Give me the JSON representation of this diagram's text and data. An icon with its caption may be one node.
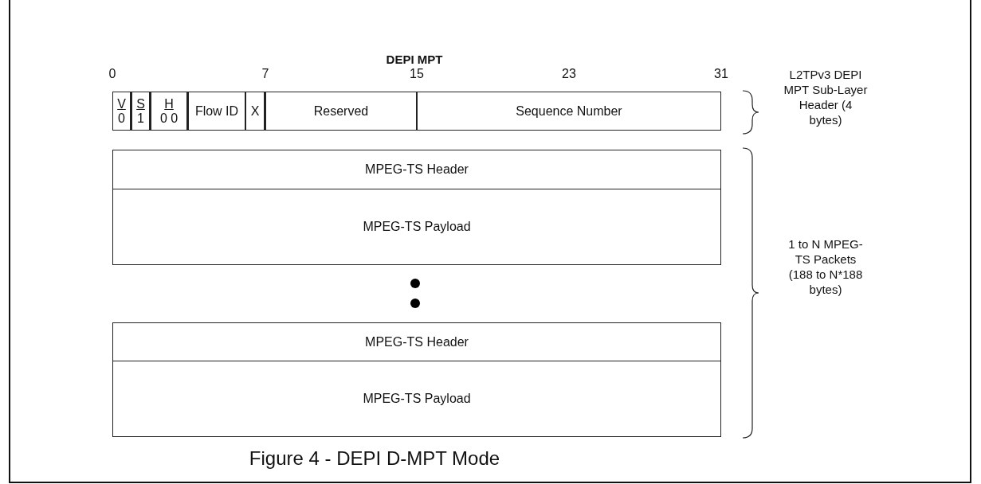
{
  "diagram": {
    "title": "DEPI MPT",
    "caption": "Figure 4 - DEPI D-MPT Mode",
    "nodes": [
      {
        "text": [
          "V",
          "0"
        ]
      },
      {
        "text": [
          "S",
          "1"
        ]
      },
      {
        "text": [
          "H",
          "0 0"
        ]
      },
      {
        "text": [
          "Flow ID"
        ]
      },
      {
        "text": [
          "X"
        ]
      },
      {
        "text": [
          "Reserved"
        ]
      },
      {
        "text": [
          "Sequence Number"
        ]
      },
      {
        "text": [
          "MPEG-TS Header"
        ]
      },
      {
        "text": [
          "MPEG-TS Payload"
        ]
      },
      {
        "text": [
          "MPEG-TS Header"
        ]
      },
      {
        "text": [
          "MPEG-TS Payload"
        ]
      }
    ],
    "edges": [],
    "labels": [
      "0",
      "7",
      "15",
      "23",
      "31",
      "L2TPv3 DEPI MPT Sub-Layer Header (4 bytes)",
      "1 to N MPEG-TS Packets (188 to N*188 bytes)"
    ]
  }
}
